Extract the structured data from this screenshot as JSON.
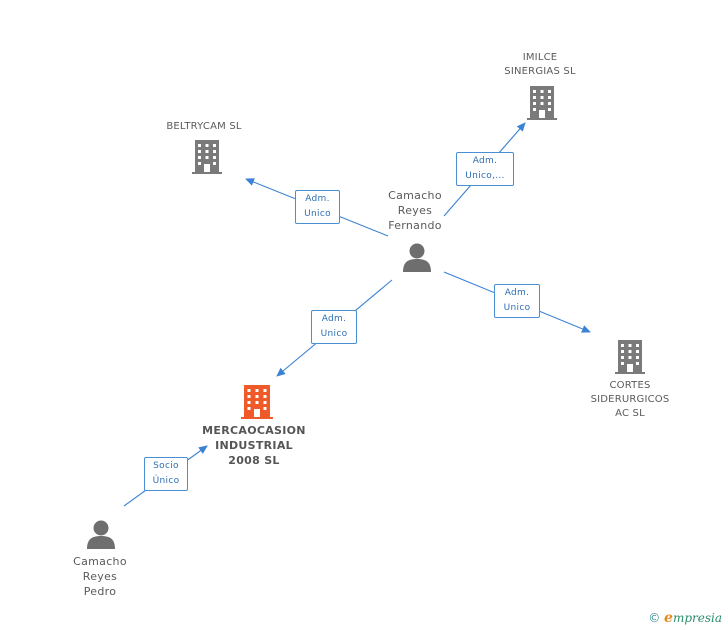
{
  "colors": {
    "edge": "#3b82d4",
    "company_icon": "#7a7a7a",
    "focus_company_icon": "#f05a28",
    "person_icon": "#6e6e6e"
  },
  "nodes": {
    "beltrycam": {
      "label": "BELTRYCAM SL",
      "icon": "building-icon"
    },
    "imilce": {
      "label_lines": [
        "IMILCE",
        "SINERGIAS SL"
      ],
      "icon": "building-icon"
    },
    "camacho_fernando": {
      "label_lines": [
        "Camacho",
        "Reyes",
        "Fernando"
      ],
      "icon": "person-icon"
    },
    "cortes": {
      "label_lines": [
        "CORTES",
        "SIDERURGICOS",
        "AC SL"
      ],
      "icon": "building-icon"
    },
    "mercaocasion": {
      "label_lines": [
        "MERCAOCASION",
        "INDUSTRIAL",
        "2008 SL"
      ],
      "icon": "building-icon"
    },
    "camacho_pedro": {
      "label_lines": [
        "Camacho",
        "Reyes",
        "Pedro"
      ],
      "icon": "person-icon"
    }
  },
  "edges": {
    "to_beltrycam": [
      "Adm.",
      "Unico"
    ],
    "to_imilce": [
      "Adm.",
      "Unico,..."
    ],
    "to_cortes": [
      "Adm.",
      "Unico"
    ],
    "to_mercaocasion": [
      "Adm.",
      "Unico"
    ],
    "pedro_to_mercaocasion": [
      "Socio",
      "Único"
    ]
  },
  "footer": {
    "copyright": "©",
    "brand_initial": "e",
    "brand_rest": "mpresia"
  }
}
